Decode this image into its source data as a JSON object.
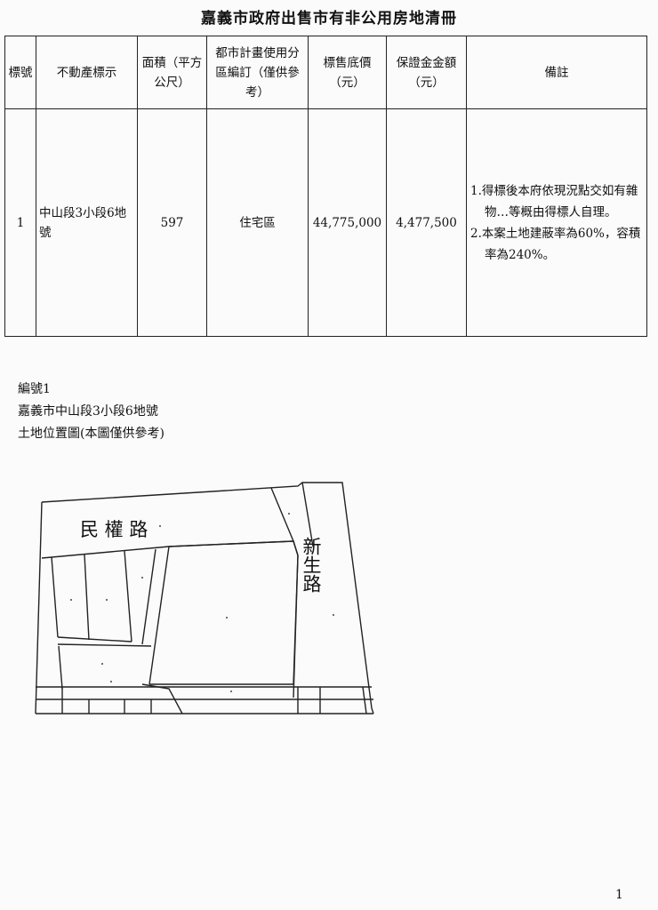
{
  "title": "嘉義市政府出售市有非公用房地清冊",
  "table": {
    "headers": {
      "no": "標號",
      "property": "不動產標示",
      "area": "面積（平方公尺）",
      "zoning": "都市計畫使用分區編訂（僅供參考）",
      "price": "標售底價（元）",
      "deposit": "保證金金額（元）",
      "remarks": "備註"
    },
    "rows": [
      {
        "no": "1",
        "property": "中山段3小段6地號",
        "area": "597",
        "zoning": "住宅區",
        "price": "44,775,000",
        "deposit": "4,477,500",
        "remarks": [
          "1.得標後本府依現況點交如有雜物…等概由得標人自理。",
          "2.本案土地建蔽率為60%，容積率為240%。"
        ]
      }
    ]
  },
  "caption": {
    "line1": "編號1",
    "line2": "嘉義市中山段3小段6地號",
    "line3": "土地位置圖(本圖僅供參考)"
  },
  "map": {
    "road_minquan": "民 權 路",
    "road_xinsheng": "新生路"
  },
  "page_number": "1"
}
